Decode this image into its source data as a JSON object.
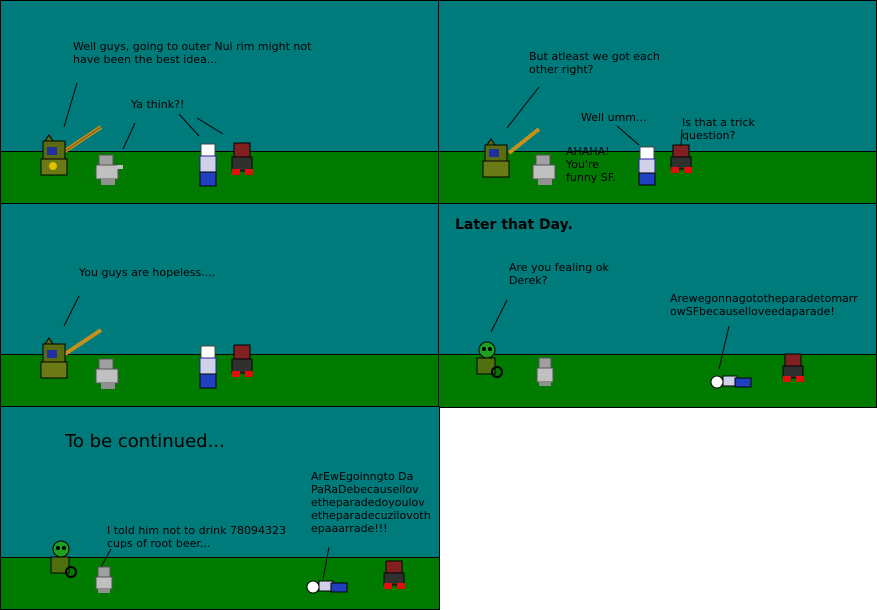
{
  "panels": [
    {
      "lines": [
        "Well guys, going to outer Nui rim might not\nhave been the best idea...",
        "Ya think?!"
      ]
    },
    {
      "lines": [
        "But atleast we got each\nother right?",
        "AHAHA!\nYou're\nfunny SF.",
        "Well umm...",
        "Is that a trick\nquestion?"
      ]
    },
    {
      "lines": [
        "You guys are hopeless...."
      ]
    },
    {
      "caption": "Later that Day.",
      "lines": [
        "Are you fealing ok\nDerek?",
        "Arewegonnagototheparadetomarr\nowSFbecauselloveedaparade!"
      ]
    },
    {
      "caption": "To be continued...",
      "lines": [
        "I told him not to drink 78094323\ncups of root beer...",
        "ArEwEgoinngto Da\nPaRaDebecauseilov\netheparadedoyoulov\netheparadecuzilovoth\nepaaarrade!!!"
      ]
    }
  ],
  "colors": {
    "sky": "#007b7b",
    "ground": "#007b00"
  }
}
